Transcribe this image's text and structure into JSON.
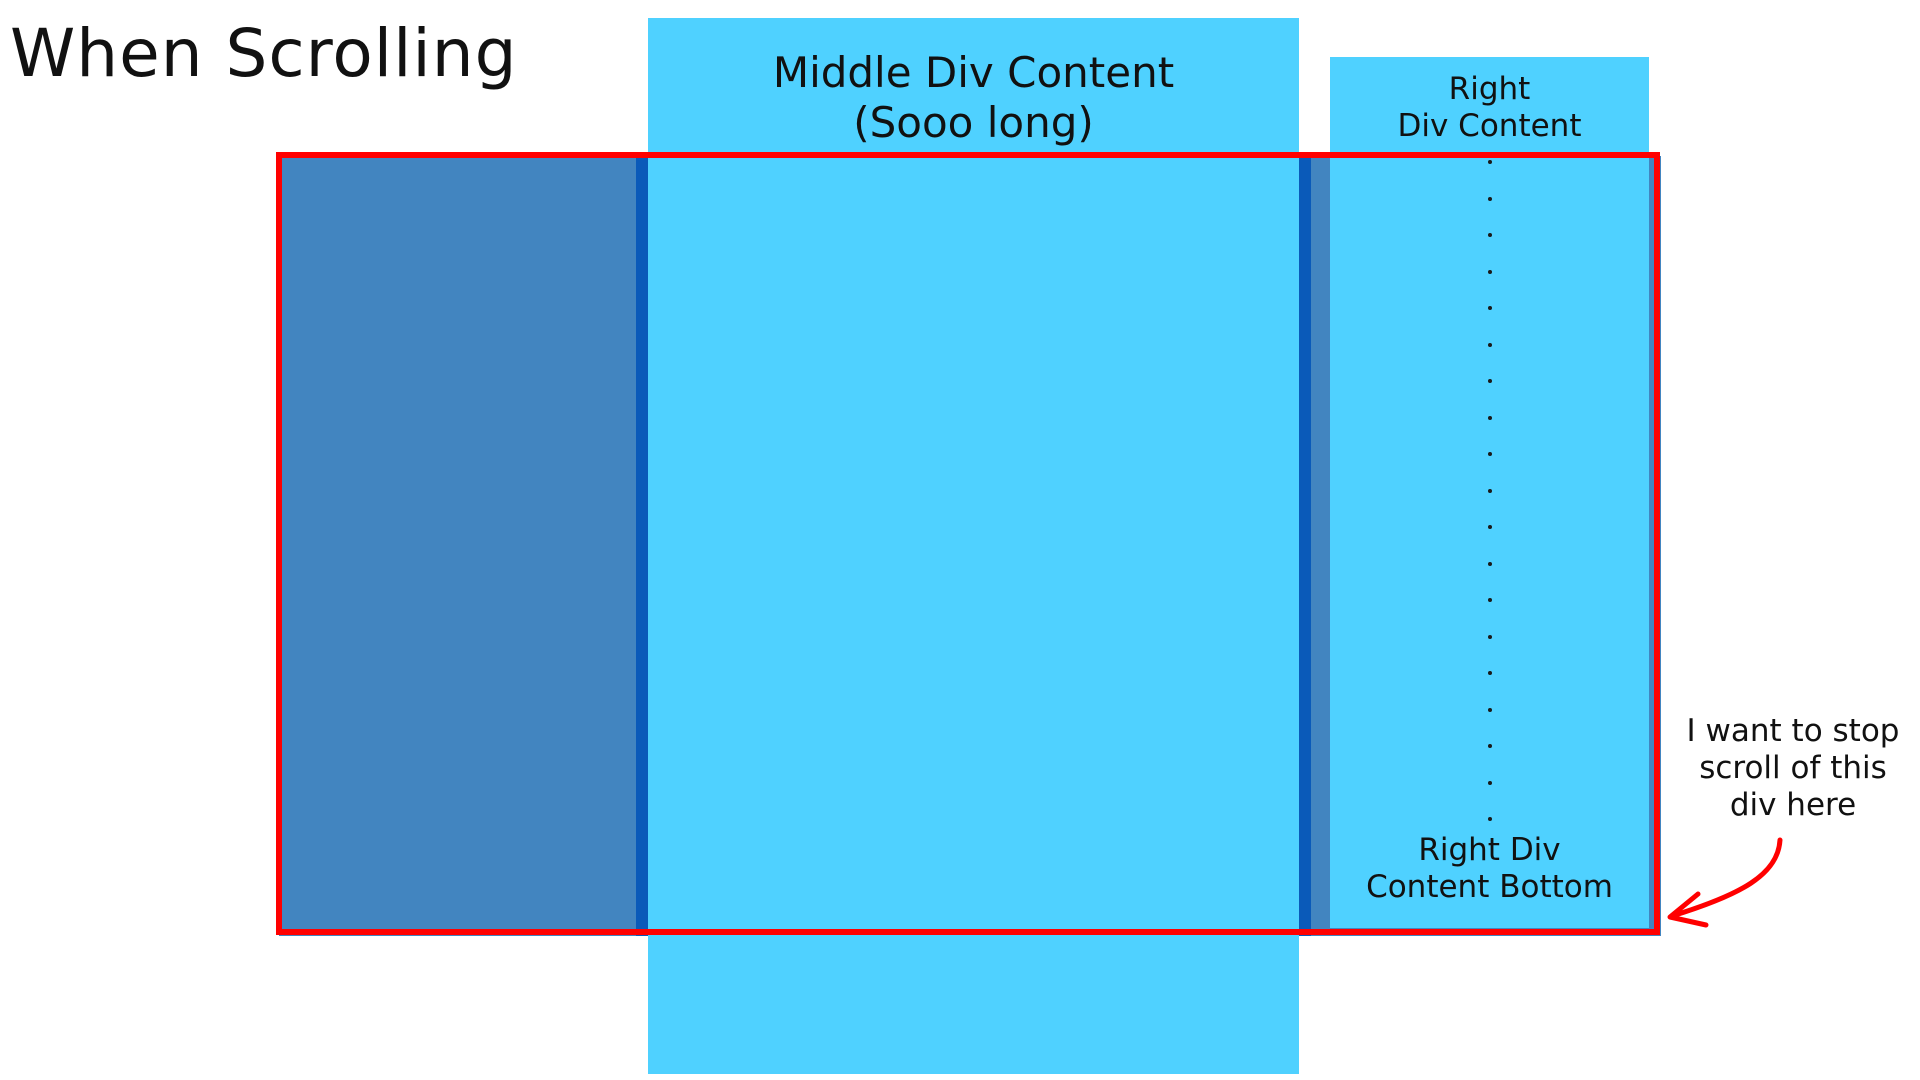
{
  "diagram": {
    "title": "When Scrolling",
    "middle_panel": {
      "label": "Middle Div Content\n(Sooo long)"
    },
    "right_panel": {
      "top_label": "Right\nDiv Content",
      "bottom_label": "Right Div\nContent Bottom",
      "dot_count": 19
    },
    "annotation": {
      "text": "I want to stop\nscroll of this\ndiv here"
    }
  },
  "colors": {
    "left_panel": "#4285c0",
    "middle_panel": "#4fd1ff",
    "right_panel": "#4fd1ff",
    "right_back": "#4285c0",
    "divider": "#0a5ab9",
    "viewport_frame": "#ff0000",
    "annotation_arrow": "#ff0000",
    "text": "#111111"
  }
}
